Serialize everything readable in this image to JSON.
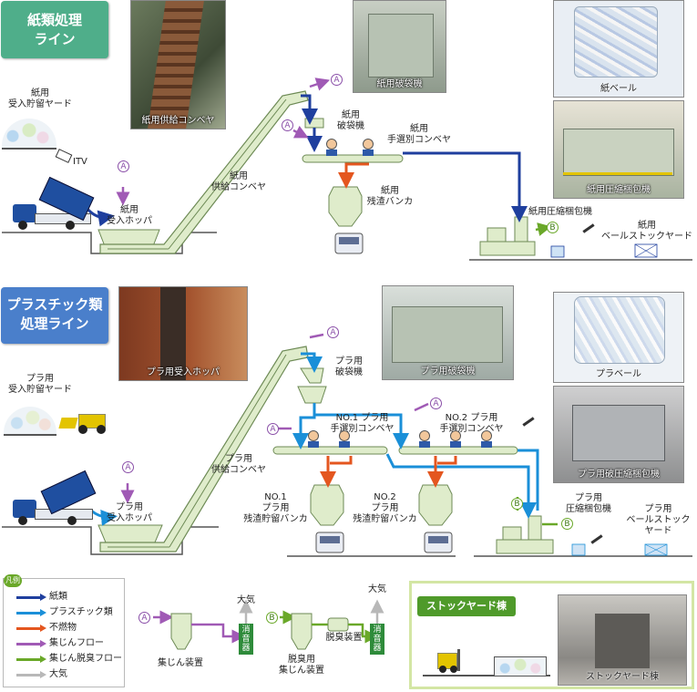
{
  "paper_line": {
    "title": "紙類処理\nライン",
    "yard": "紙用\n受入貯留ヤード",
    "itv": "ITV",
    "hopper": "紙用\n受入ホッパ",
    "conveyor": "紙用\n供給コンベヤ",
    "breaker": "紙用\n破袋機",
    "sorting_conveyor": "紙用\n手選別コンベヤ",
    "residue_bunker": "紙用\n残渣バンカ",
    "baler": "紙用圧縮梱包機",
    "bale_yard": "紙用\nベールストックヤード",
    "photos": {
      "conveyor": "紙用供給コンベヤ",
      "breaker": "紙用破袋機",
      "bale": "紙ベール",
      "baler": "紙用圧縮梱包機"
    }
  },
  "plastic_line": {
    "title": "プラスチック類\n処理ライン",
    "yard": "プラ用\n受入貯留ヤード",
    "hopper": "プラ用\n受入ホッパ",
    "conveyor": "プラ用\n供給コンベヤ",
    "breaker": "プラ用\n破袋機",
    "sorting1": "NO.1 プラ用\n手選別コンベヤ",
    "sorting2": "NO.2 プラ用\n手選別コンベヤ",
    "bunker1": "NO.1\nプラ用\n残渣貯留バンカ",
    "bunker2": "NO.2\nプラ用\n残渣貯留バンカ",
    "baler": "プラ用\n圧縮梱包機",
    "bale_yard": "プラ用\nベールストック\nヤード",
    "photos": {
      "hopper": "プラ用受入ホッパ",
      "breaker": "プラ用破袋機",
      "bale": "プラベール",
      "baler": "プラ用破圧縮梱包機"
    }
  },
  "markers": {
    "a": "A",
    "b": "B"
  },
  "legend": {
    "badge": "凡例",
    "items": [
      {
        "label": "紙類",
        "color": "#1f3f9e"
      },
      {
        "label": "プラスチック類",
        "color": "#1a8fd8"
      },
      {
        "label": "不燃物",
        "color": "#e4561f"
      },
      {
        "label": "集じんフロー",
        "color": "#a05ab5"
      },
      {
        "label": "集じん脱臭フロー",
        "color": "#6aa829"
      },
      {
        "label": "大気",
        "color": "#b8b8b8"
      }
    ]
  },
  "dust": {
    "atmosphere": "大気",
    "silencer": "消音器",
    "collector": "集じん装置",
    "deodorizer": "脱臭装置",
    "deodor_collector": "脱臭用\n集じん装置"
  },
  "stockyard": {
    "title": "ストックヤード棟",
    "photo_caption": "ストックヤード棟"
  }
}
